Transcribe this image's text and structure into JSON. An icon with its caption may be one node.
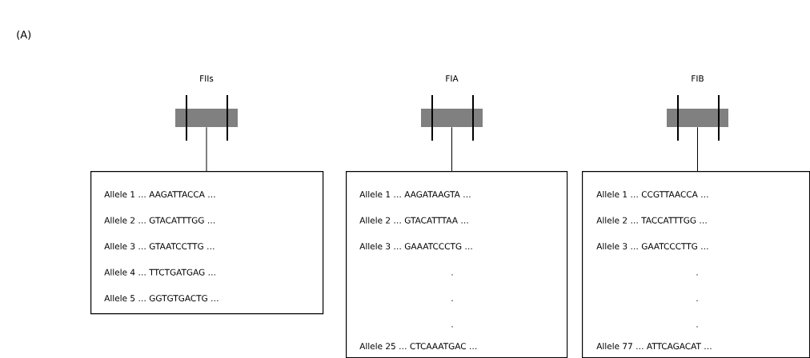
{
  "diagram": {
    "nodes": [
      {
        "text": [
          "FIIs"
        ]
      },
      {
        "text": [
          "Allele 1 … AAGATTACCA …",
          "Allele 2 … GTACATTTGG …",
          "Allele 3 … GTAATCCTTG …",
          "Allele 4 … TTCTGATGAG …",
          "Allele 5 … GGTGTGACTG …"
        ]
      },
      {
        "text": [
          "FIA"
        ]
      },
      {
        "text": [
          "Allele 1 … AAGATAAGTA …",
          "Allele 2 … GTACATTTAA …",
          "Allele 3 … GAAATCCCTG …",
          ".",
          ".",
          ".",
          "Allele 25 … CTCAAATGAC …"
        ]
      },
      {
        "text": [
          "FIB"
        ]
      },
      {
        "text": [
          "Allele 1 … CCGTTAACCA …",
          "Allele 2 … TACCATTTGG …",
          "Allele 3 … GAATCCCTTG …",
          ".",
          ".",
          ".",
          "Allele 77 … ATTCAGACAT …"
        ]
      }
    ],
    "edges": [
      {
        "from": 0,
        "to": 1,
        "arrow": "none"
      },
      {
        "from": 2,
        "to": 3,
        "arrow": "none"
      },
      {
        "from": 4,
        "to": 5,
        "arrow": "none"
      }
    ],
    "labels": [
      "(A)"
    ]
  }
}
